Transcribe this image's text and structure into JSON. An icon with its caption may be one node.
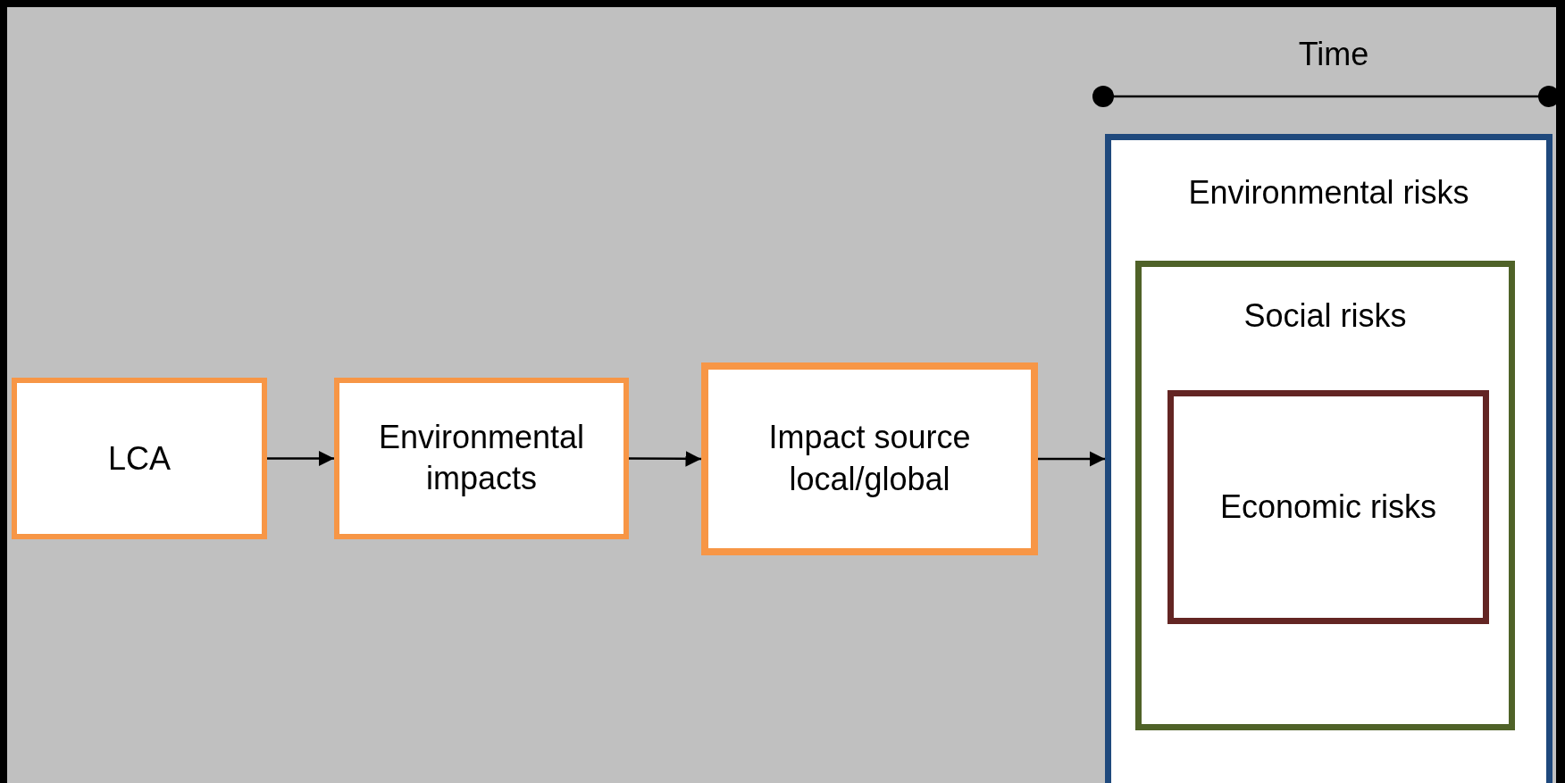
{
  "diagram": {
    "nodes": [
      {
        "text": [
          "LCA"
        ]
      },
      {
        "text": [
          "Environmental impacts"
        ]
      },
      {
        "text": [
          "Impact source local/global"
        ]
      },
      {
        "text": [
          "Environmental risks"
        ]
      },
      {
        "text": [
          "Social risks"
        ],
        "in": 3
      },
      {
        "text": [
          "Economic risks"
        ],
        "in": 4
      }
    ],
    "edges": [
      {
        "from": 0,
        "to": 1,
        "arrow": "to"
      },
      {
        "from": 1,
        "to": 2,
        "arrow": "to"
      },
      {
        "from": 2,
        "to": 3,
        "arrow": "to"
      }
    ],
    "labels": [
      "Time"
    ]
  }
}
